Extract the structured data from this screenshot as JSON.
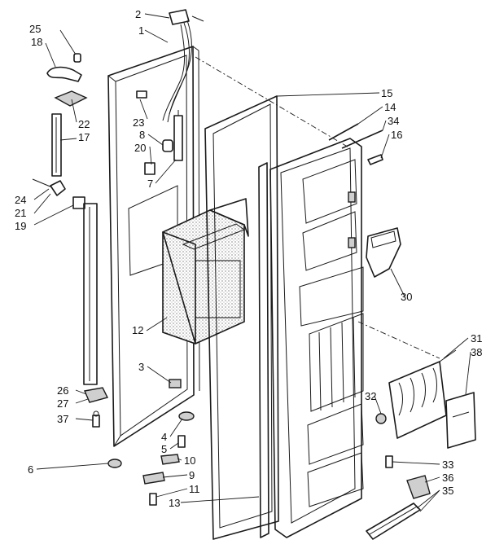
{
  "diagram": {
    "part_numbers": [
      "1",
      "2",
      "3",
      "4",
      "5",
      "6",
      "7",
      "8",
      "9",
      "10",
      "11",
      "12",
      "13",
      "14",
      "15",
      "16",
      "17",
      "18",
      "19",
      "20",
      "21",
      "22",
      "23",
      "24",
      "25",
      "26",
      "27",
      "30",
      "31",
      "32",
      "33",
      "34",
      "35",
      "36",
      "37",
      "38"
    ]
  }
}
